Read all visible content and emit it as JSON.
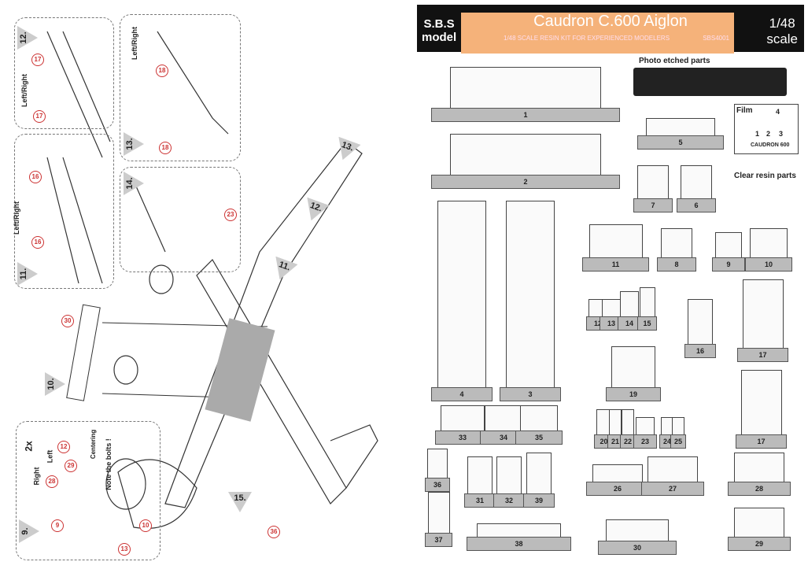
{
  "header": {
    "logo_line1": "S.B.S",
    "logo_line2": "model",
    "title": "Caudron C.600  Aiglon",
    "subtitle": "1/48 SCALE RESIN KIT FOR EXPERIENCED MODELERS",
    "code": "SBS4001",
    "scale_line1": "1/48",
    "scale_line2": "scale",
    "accent": "#f5b27a"
  },
  "labels": {
    "photo_etched": "Photo etched parts",
    "film": "Film",
    "film_nums": [
      "4",
      "1",
      "2",
      "3"
    ],
    "film_name": "CAUDRON 600",
    "clear_resin": "Clear resin parts"
  },
  "steps": {
    "s9": "9.",
    "s10": "10.",
    "s11": "11.",
    "s12": "12.",
    "s13": "13.",
    "s14": "14.",
    "s15": "15."
  },
  "notes": {
    "left_right": "Left/Right",
    "twox": "2x",
    "right": "Right",
    "left": "Left",
    "centering": "Centering",
    "bolts": "Note the bolts !"
  },
  "callouts": [
    "17",
    "17",
    "18",
    "18",
    "16",
    "16",
    "23",
    "30",
    "12",
    "29",
    "28",
    "9",
    "13",
    "10",
    "36"
  ],
  "parts": [
    "1",
    "2",
    "5",
    "7",
    "6",
    "11",
    "8",
    "9",
    "10",
    "12",
    "13",
    "14",
    "15",
    "16",
    "17",
    "4",
    "3",
    "19",
    "17",
    "33",
    "34",
    "35",
    "20",
    "21",
    "22",
    "23",
    "24",
    "25",
    "36",
    "31",
    "32",
    "39",
    "26",
    "27",
    "28",
    "37",
    "38",
    "30",
    "29"
  ]
}
